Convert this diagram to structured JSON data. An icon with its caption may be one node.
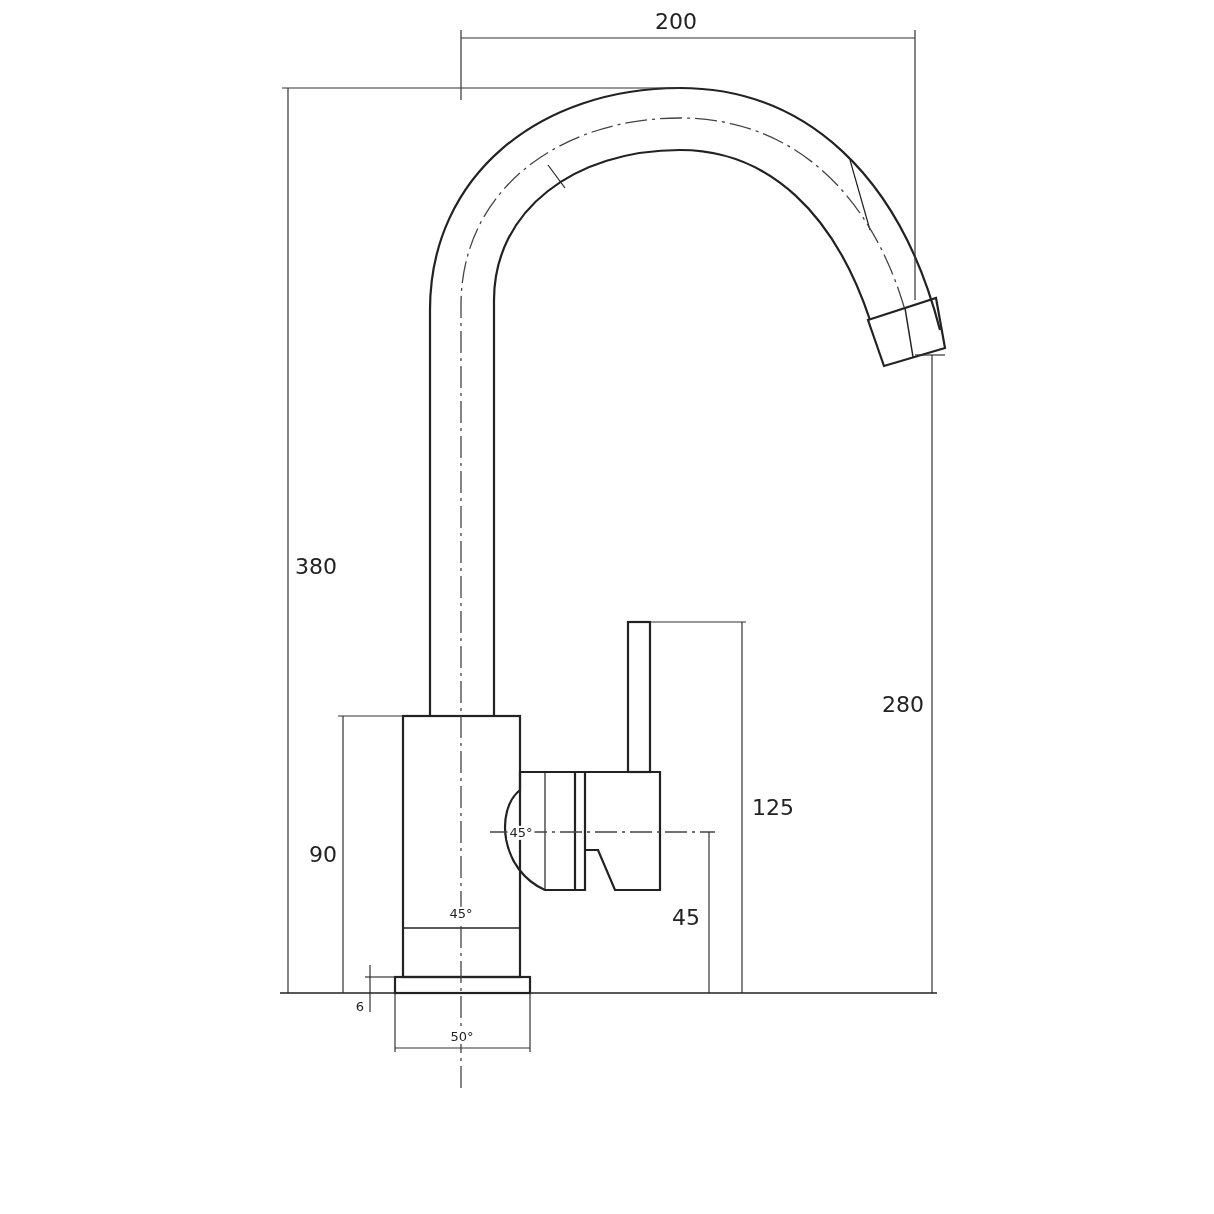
{
  "diagram": {
    "labels": [
      "200",
      "380",
      "280",
      "125",
      "45°",
      "90",
      "45°",
      "45",
      "6",
      "50°"
    ]
  }
}
